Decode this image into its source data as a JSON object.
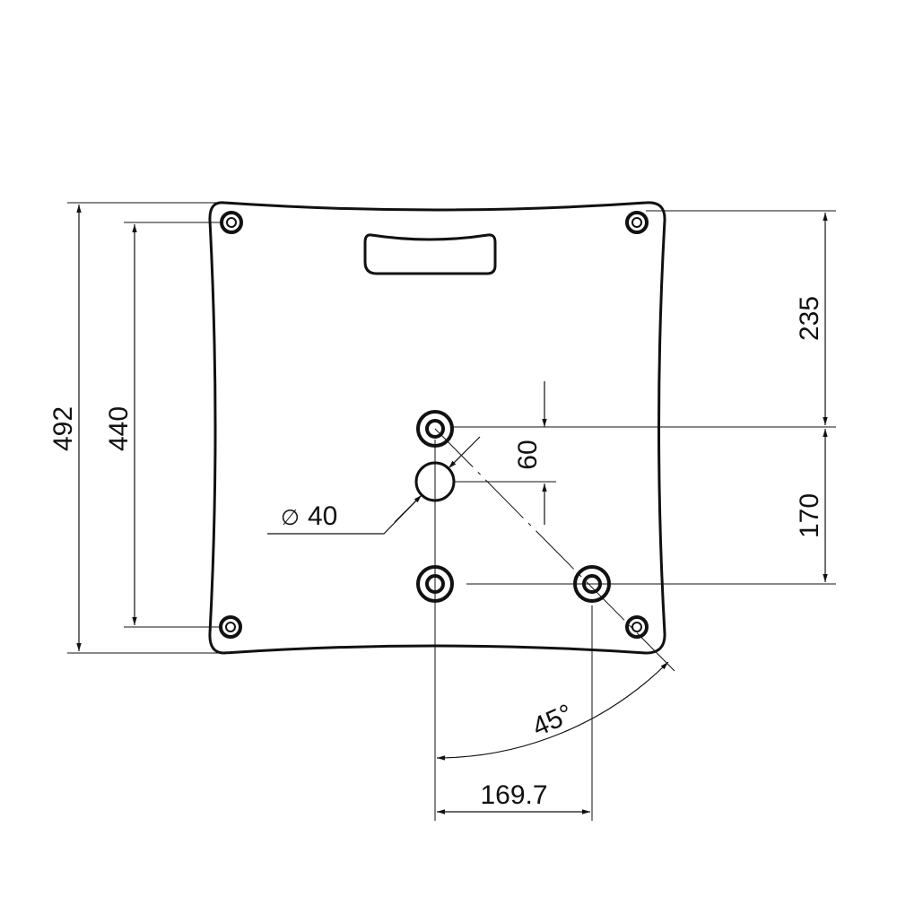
{
  "drawing": {
    "title": "Base plate technical drawing",
    "dimensions": {
      "overall_height": "492",
      "bolt_spacing_height": "440",
      "top_to_center": "235",
      "center_to_lower_holes": "170",
      "hole_offset": "60",
      "hole_diameter_symbol": "∅",
      "hole_diameter": "40",
      "angle": "45°",
      "horizontal_spacing": "169.7"
    },
    "colors": {
      "line": "#111111",
      "background": "#ffffff"
    }
  }
}
